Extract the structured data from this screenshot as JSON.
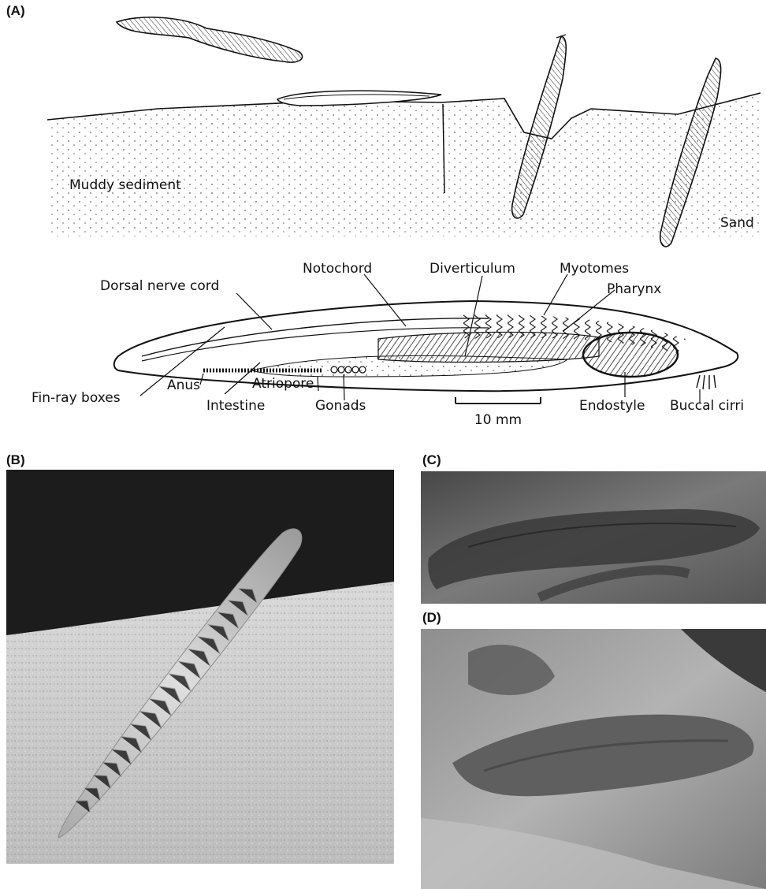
{
  "panels": {
    "a": "(A)",
    "b": "(B)",
    "c": "(C)",
    "d": "(D)"
  },
  "habitat_labels": {
    "muddy": "Muddy sediment",
    "sand": "Sand"
  },
  "anatomy_labels": {
    "notochord": "Notochord",
    "diverticulum": "Diverticulum",
    "myotomes": "Myotomes",
    "dorsal_nerve_cord": "Dorsal nerve cord",
    "pharynx": "Pharynx",
    "fin_ray_boxes": "Fin-ray boxes",
    "anus": "Anus",
    "intestine": "Intestine",
    "atriopore": "Atriopore",
    "gonads": "Gonads",
    "endostyle": "Endostyle",
    "buccal_cirri": "Buccal cirri"
  },
  "scale_bar": "10 mm"
}
